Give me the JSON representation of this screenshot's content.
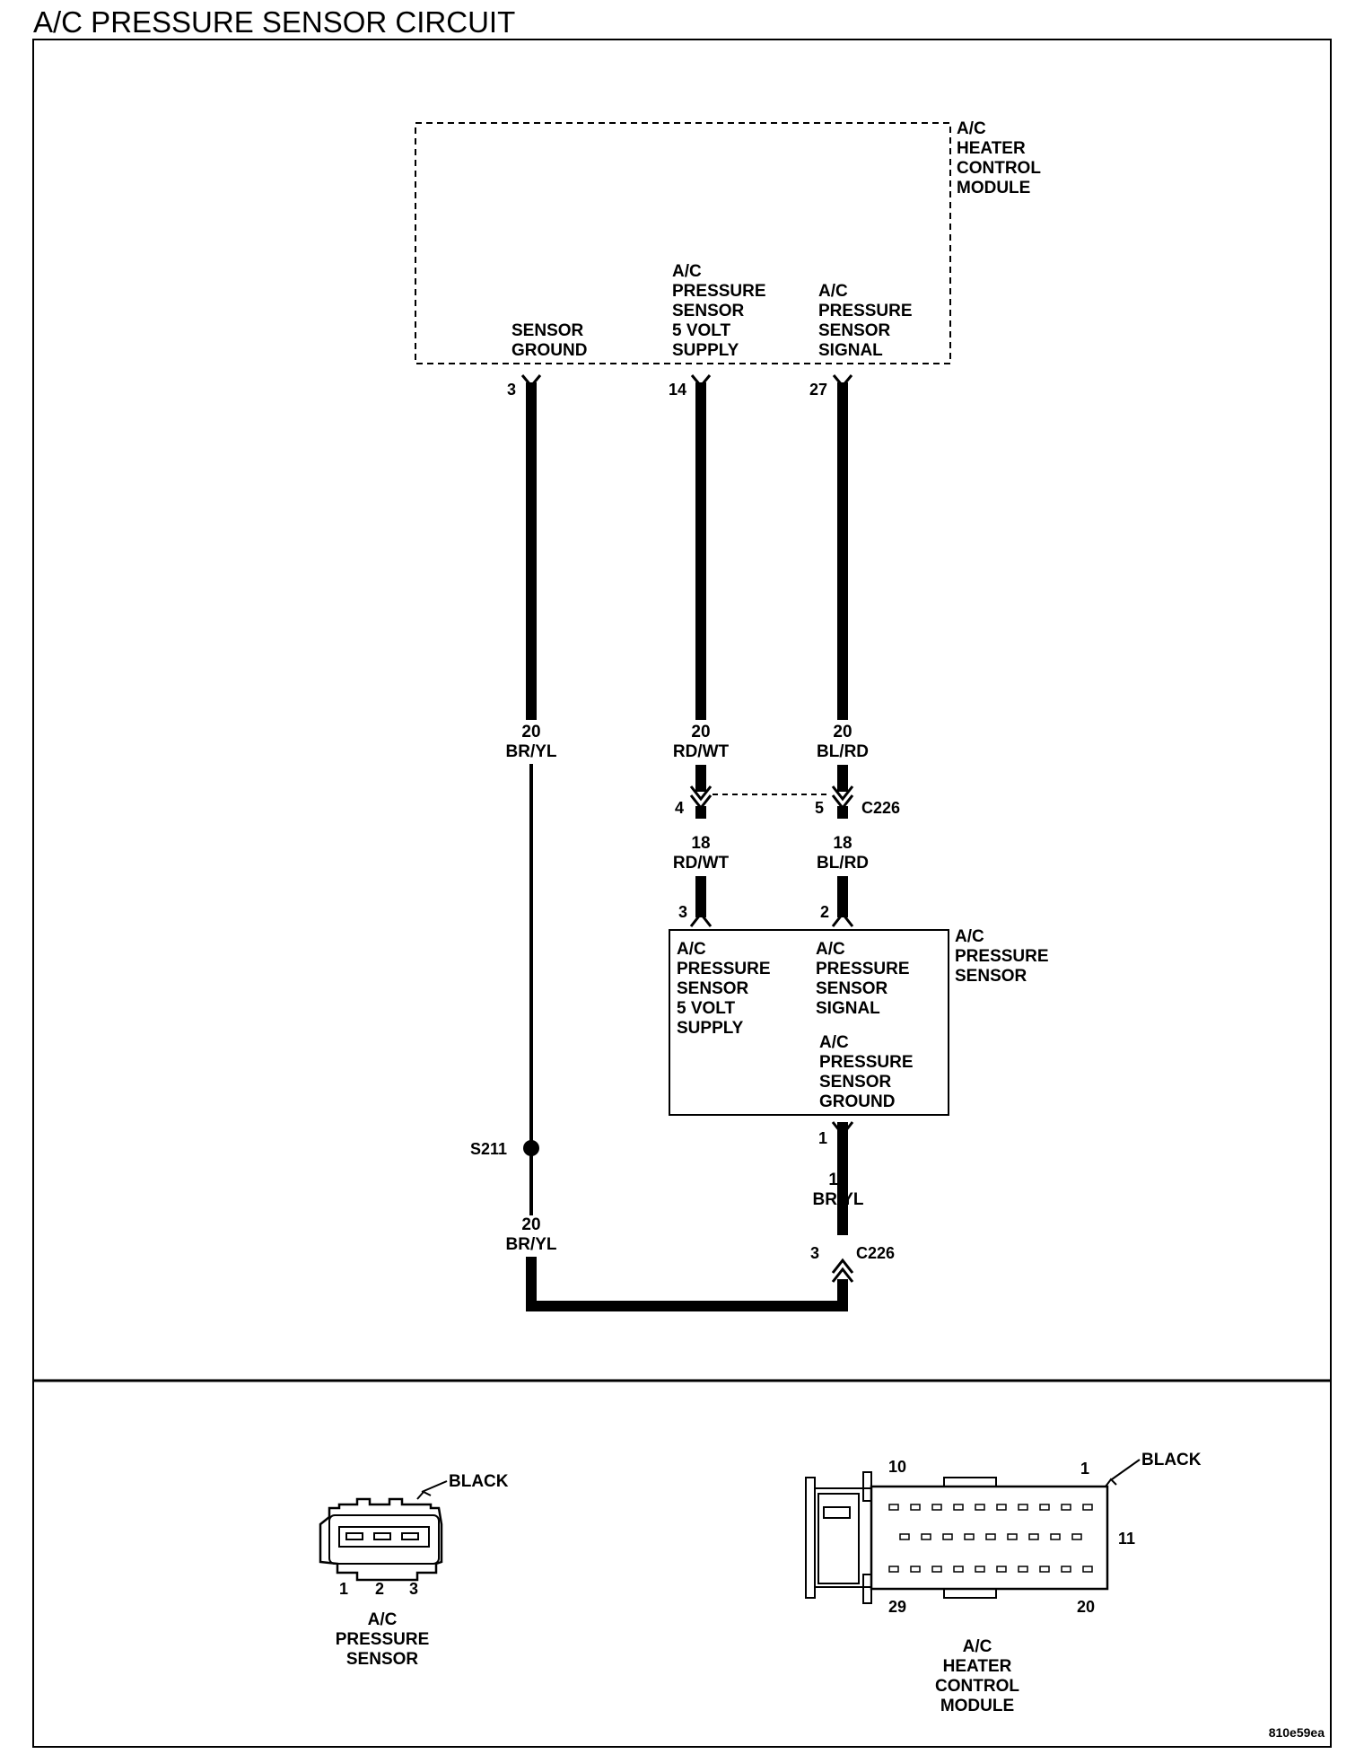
{
  "title": "A/C PRESSURE SENSOR CIRCUIT",
  "module": {
    "name_lines": [
      "A/C",
      "HEATER",
      "CONTROL",
      "MODULE"
    ],
    "pins": [
      {
        "label_lines": [
          "SENSOR",
          "GROUND"
        ],
        "pin": "3"
      },
      {
        "label_lines": [
          "A/C",
          "PRESSURE",
          "SENSOR",
          "5 VOLT",
          "SUPPLY"
        ],
        "pin": "14"
      },
      {
        "label_lines": [
          "A/C",
          "PRESSURE",
          "SENSOR",
          "SIGNAL"
        ],
        "pin": "27"
      }
    ]
  },
  "wires": {
    "ground_upper": {
      "gauge": "20",
      "color": "BR/YL"
    },
    "supply_upper": {
      "gauge": "20",
      "color": "RD/WT"
    },
    "signal_upper": {
      "gauge": "20",
      "color": "BL/RD"
    },
    "supply_lower": {
      "gauge": "18",
      "color": "RD/WT"
    },
    "signal_lower": {
      "gauge": "18",
      "color": "BL/RD"
    },
    "ground_lower": {
      "gauge": "20",
      "color": "BR/YL"
    },
    "sensor_ground": {
      "gauge": "18",
      "color": "BR/YL"
    }
  },
  "connector_c226": {
    "name": "C226",
    "supply_pin": "4",
    "signal_pin": "5",
    "ground_pin": "3"
  },
  "splice": "S211",
  "sensor": {
    "name_lines": [
      "A/C",
      "PRESSURE",
      "SENSOR"
    ],
    "supply_pin": "3",
    "signal_pin": "2",
    "ground_pin": "1",
    "supply_label": [
      "A/C",
      "PRESSURE",
      "SENSOR",
      "5 VOLT",
      "SUPPLY"
    ],
    "signal_label": [
      "A/C",
      "PRESSURE",
      "SENSOR",
      "SIGNAL"
    ],
    "ground_label": [
      "A/C",
      "PRESSURE",
      "SENSOR",
      "GROUND"
    ]
  },
  "connector_views": {
    "sensor": {
      "color": "BLACK",
      "pins": [
        "1",
        "2",
        "3"
      ],
      "name_lines": [
        "A/C",
        "PRESSURE",
        "SENSOR"
      ]
    },
    "module": {
      "color": "BLACK",
      "pin_numbers": [
        "10",
        "1",
        "11",
        "29",
        "20"
      ],
      "name_lines": [
        "A/C",
        "HEATER",
        "CONTROL",
        "MODULE"
      ]
    }
  },
  "figure_id": "810e59ea"
}
